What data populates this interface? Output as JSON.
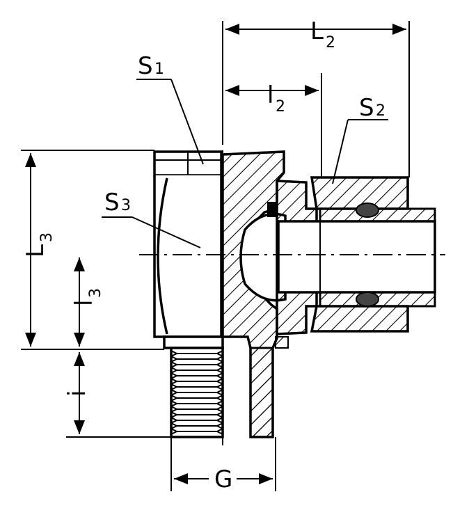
{
  "labels": {
    "S1": {
      "main": "S",
      "sub": "1"
    },
    "S2": {
      "main": "S",
      "sub": "2"
    },
    "S3": {
      "main": "S",
      "sub": "3"
    },
    "L2": {
      "main": "L",
      "sub": "2"
    },
    "L3": {
      "main": "L",
      "sub": "3"
    },
    "l2": {
      "main": "l",
      "sub": "2"
    },
    "l3": {
      "main": "l",
      "sub": "3"
    },
    "i": "i",
    "G": "G"
  }
}
